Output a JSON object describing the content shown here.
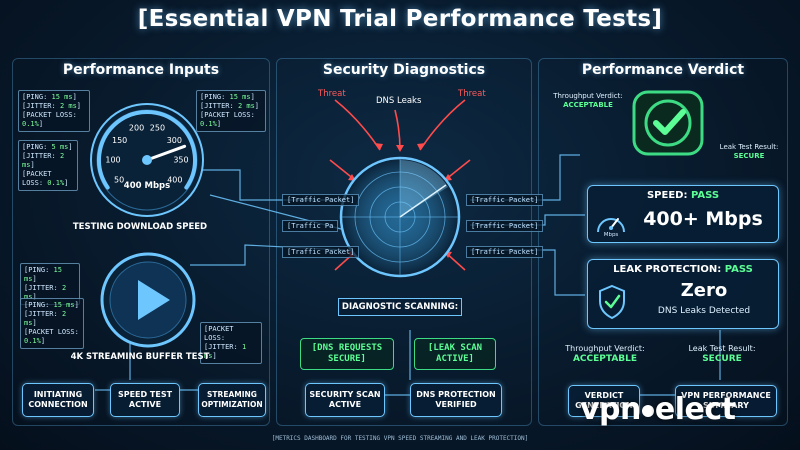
{
  "title": "[Essential VPN Trial Performance Tests]",
  "panels": {
    "inputs": "Performance Inputs",
    "diagnostics": "Security Diagnostics",
    "verdict": "Performance Verdict"
  },
  "inputs": {
    "note_a": {
      "l1": "[PING: ",
      "v1": "15 ms",
      "l1e": "]",
      "l2": "[JITTER: ",
      "v2": "2 ms",
      "l2e": "]",
      "l3": "[PACKET LOSS: ",
      "v3": "0.1%",
      "l3e": "]"
    },
    "note_b": {
      "l1": "[PING: ",
      "v1": "15 ms",
      "l1e": "]",
      "l2": "[JITTER: ",
      "v2": "2 ms",
      "l2e": "]",
      "l3": "[PACKET LOSS: ",
      "v3": "0.1%",
      "l3e": "]"
    },
    "note_c": {
      "l1": "[PING: ",
      "v1": "5 ms",
      "l1e": "]",
      "l2": "[JITTER: ",
      "v2": "2 ms",
      "l2e": "]",
      "l3": "[PACKET LOSS: ",
      "v3": "0.1%",
      "l3e": "]"
    },
    "note_d": {
      "l1": "[PING: ",
      "v1": "15 ms",
      "l1e": "]",
      "l2": "[JITTER: ",
      "v2": "2 ms",
      "l2e": "]"
    },
    "note_e": {
      "l1": "[PING: ",
      "v1": "15 ms",
      "l1e": "]",
      "l2": "[JITTER: ",
      "v2": "2 ms",
      "l2e": "]",
      "l3": "[PACKET LOSS: ",
      "v3": "0.1%",
      "l3e": "]"
    },
    "note_f": {
      "l1": "[PACKET LOSS: ",
      "v1": "",
      "l1e": "",
      "l2": "[JITTER: ",
      "v2": "1 ms",
      "l2e": "]"
    },
    "gauge": {
      "ticks": [
        "50",
        "100",
        "150",
        "200",
        "250",
        "300",
        "350",
        "400"
      ],
      "readout": "400 Mbps",
      "level": 0.78
    },
    "speed_caption": "TESTING DOWNLOAD SPEED",
    "stream_caption": "4K STREAMING BUFFER TEST"
  },
  "flow": {
    "left": [
      "INITIATING\nCONNECTION",
      "SPEED TEST\nACTIVE",
      "STREAMING\nOPTIMIZATION"
    ],
    "mid": [
      "SECURITY SCAN\nACTIVE",
      "DNS PROTECTION\nVERIFIED"
    ],
    "right": [
      "VERDICT\nGENERATION",
      "VPN PERFORMANCE\nSUMMARY"
    ]
  },
  "diagnostics": {
    "threat_left": "Threat",
    "dns_leaks": "DNS Leaks",
    "threat_right": "Threat",
    "packets_left": [
      "[Traffic Packet]",
      "[Traffic Pa",
      "[Traffic Packet]"
    ],
    "packets_right": [
      "[Traffic Packet]",
      "[Traffic Packet]",
      "[Traffic Packet]"
    ],
    "scan_label": "DIAGNOSTIC SCANNING:",
    "status_dns": "[DNS REQUESTS\nSECURE]",
    "status_leak": "[LEAK SCAN\nACTIVE]"
  },
  "verdict": {
    "throughput_top": {
      "label": "Throughput Verdict:",
      "value": "ACCEPTABLE"
    },
    "leak_top": {
      "label": "Leak Test Result:",
      "value": "SECURE"
    },
    "speed_card": {
      "head": "SPEED: ",
      "pass": "PASS",
      "value": "400+ Mbps",
      "icon_label": "Mbps"
    },
    "leak_card": {
      "head": "LEAK PROTECTION: ",
      "pass": "PASS",
      "value": "Zero",
      "sub": "DNS Leaks Detected"
    },
    "throughput_bottom": {
      "label": "Throughput Verdict:",
      "value": "ACCEPTABLE"
    },
    "leak_bottom": {
      "label": "Leak Test Result:",
      "value": "SECURE"
    }
  },
  "footer": "[METRICS DASHBOARD FOR TESTING VPN SPEED STREAMING AND LEAK PROTECTION]",
  "logo": {
    "a": "vpn",
    "b": "elect"
  },
  "colors": {
    "accent": "#6ec6ff",
    "pass": "#5bff95",
    "threat": "#ff4b4b",
    "bg": "#081a2c"
  }
}
